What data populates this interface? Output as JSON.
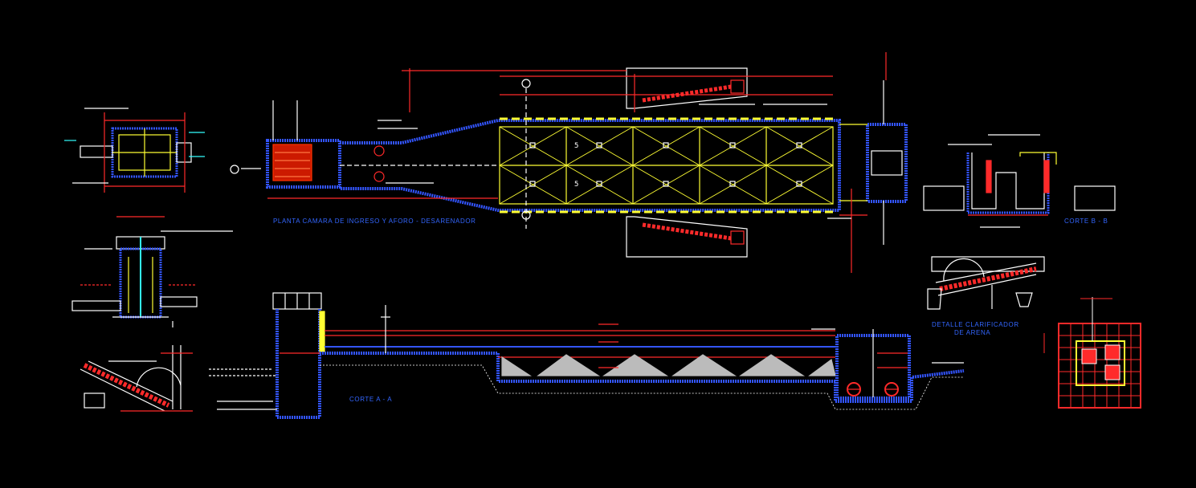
{
  "colors": {
    "background": "#000000",
    "wall": "#3355ff",
    "dim": "#ff2a2a",
    "struct": "#ffff33",
    "hatch": "#ff3300",
    "cyan": "#33ffff",
    "white": "#ffffff",
    "gravel": "#bbbbbb",
    "text_blue": "#3366ff"
  },
  "titles": {
    "planta": "PLANTA CAMARA DE INGRESO Y AFORO - DESARENADOR",
    "corte_aa": "CORTE A - A",
    "corte_bb": "CORTE B - B",
    "detalle_line1": "DETALLE CLARIFICADOR",
    "detalle_line2": "DE ARENA"
  },
  "plan_numbers": {
    "row_top": "5",
    "row_mid": "5"
  }
}
